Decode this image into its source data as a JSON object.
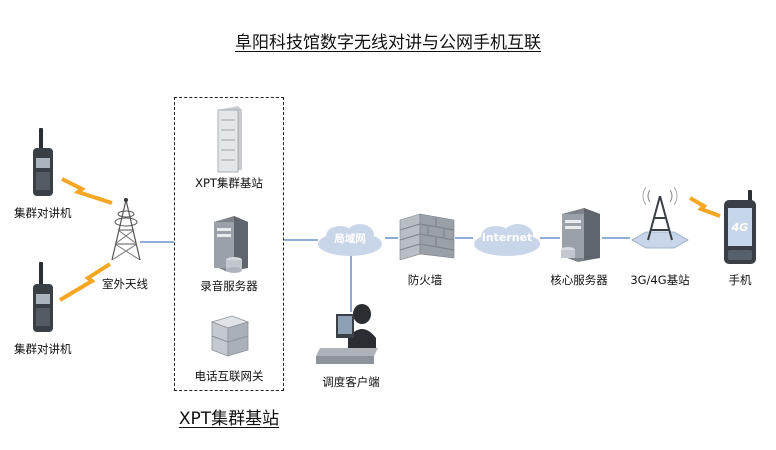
{
  "title": "阜阳科技馆数字无线对讲与公网手机互联",
  "group": {
    "label": "XPT集群基站"
  },
  "nodes": {
    "radio1": "集群对讲机",
    "radio2": "集群对讲机",
    "antenna": "室外天线",
    "xpt_station": "XPT集群基站",
    "recorder": "录音服务器",
    "gateway": "电话互联网关",
    "lan": "局域网",
    "dispatch": "调度客户端",
    "firewall": "防火墙",
    "internet": "Internet",
    "core_server": "核心服务器",
    "base_station": "3G/4G基站",
    "phone": "手机",
    "phone_badge": "4G"
  },
  "colors": {
    "link": "#4a7fc0",
    "cloud": "#c9d6ea",
    "cloud_text": "#ffffff",
    "spark": "#f5a623",
    "device": "#aeb4bc"
  }
}
